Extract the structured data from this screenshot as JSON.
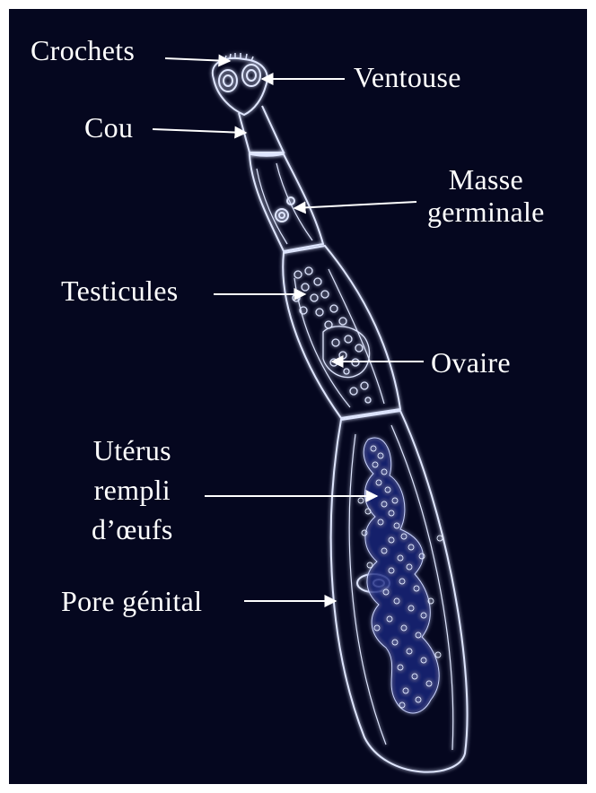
{
  "diagram": {
    "colors": {
      "background": "#05071f",
      "outline": "#dfe6ff",
      "glow": "#4b5cff",
      "text": "#ffffff"
    },
    "labels": {
      "crochets": "Crochets",
      "ventouse": "Ventouse",
      "cou": "Cou",
      "masse_line1": "Masse",
      "masse_line2": "germinale",
      "testicules": "Testicules",
      "ovaire": "Ovaire",
      "uterus_line1": "Utérus",
      "uterus_line2": "rempli",
      "uterus_line3": "d’œufs",
      "pore_genital": "Pore génital"
    }
  }
}
